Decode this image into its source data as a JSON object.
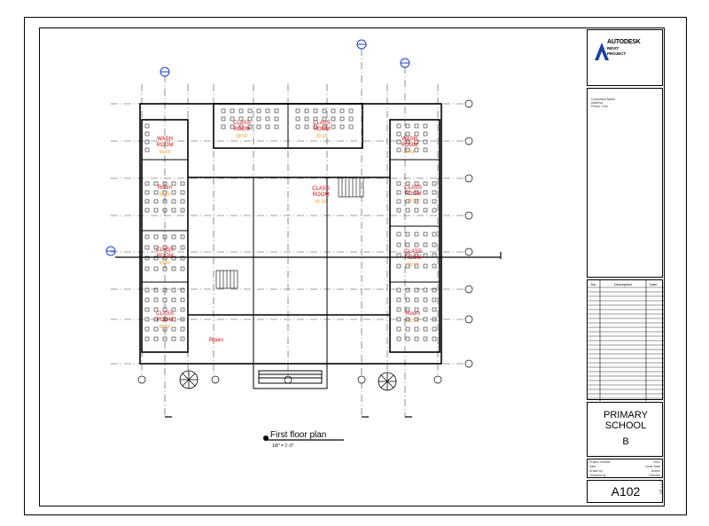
{
  "title_block": {
    "logo_brand": "AUTODESK",
    "logo_product_1": "REVIT",
    "logo_product_2": "PROJECT",
    "address_line1": "Consultant Name",
    "address_line2": "Address",
    "address_line3": "Phone / Fax",
    "revision_headers": [
      "No.",
      "Description",
      "Date"
    ],
    "project_name_line1": "PRIMARY",
    "project_name_line2": "SCHOOL",
    "project_name_line3": "B",
    "meta_rows": [
      {
        "label": "Project number",
        "value": "0001"
      },
      {
        "label": "Date",
        "value": "Issue Date"
      },
      {
        "label": "Drawn by",
        "value": "Author"
      },
      {
        "label": "Checked by",
        "value": "Checker"
      }
    ],
    "sheet_number": "A102",
    "scale_vertical": "1/8\" = 1'-0\""
  },
  "drawing": {
    "view_title": "First floor plan",
    "view_scale": "1/8\" = 1'-0\"",
    "rooms": [
      {
        "name": "WASH\nROOM",
        "area": "99 SF"
      },
      {
        "name": "CLASS\nROOM",
        "area": "99 SF"
      },
      {
        "name": "CLASS\nROOM",
        "area": "99 SF"
      },
      {
        "name": "WASH\nROOM",
        "area": "99 SF"
      },
      {
        "name": "Room",
        "area": "99 SF"
      },
      {
        "name": "CLASS\nROOM",
        "area": "99 SF"
      },
      {
        "name": "CLASS\nROOM",
        "area": "99 SF"
      },
      {
        "name": "CLASS\nROOM",
        "area": "99 SF"
      },
      {
        "name": "CLASS\nROOM",
        "area": "99 SF"
      },
      {
        "name": "CLASS\nROOM",
        "area": "99 SF"
      },
      {
        "name": "Room",
        "area": "99 SF"
      }
    ]
  }
}
